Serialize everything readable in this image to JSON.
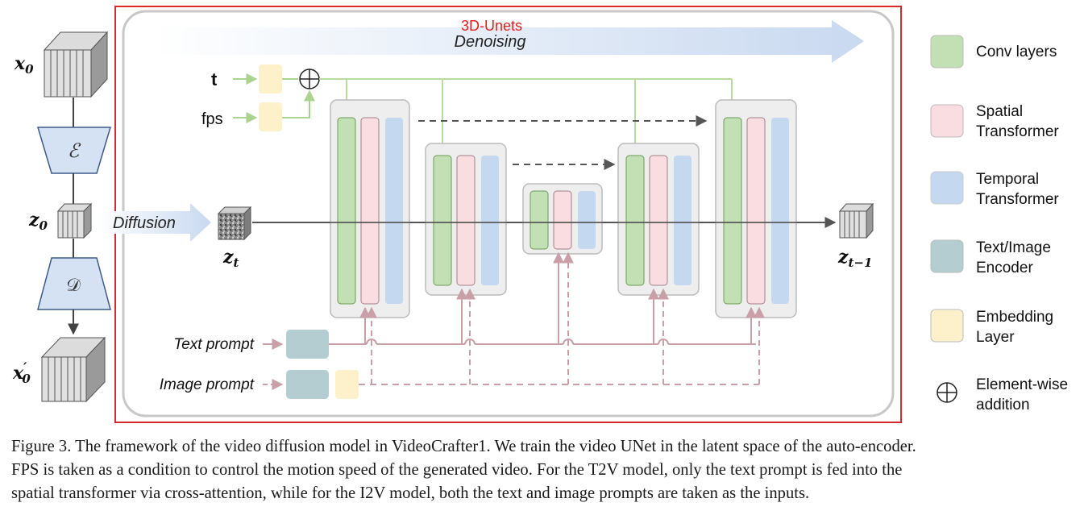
{
  "title": "3D-Unets",
  "denoising_label": "Denoising",
  "diffusion_label": "Diffusion",
  "inputs": {
    "t": "t",
    "fps": "fps"
  },
  "latents": {
    "x0": "x",
    "x0_sub": "0",
    "x0_prime": "x",
    "x0_prime_mark": "′",
    "z0": "z",
    "z0_sub": "0",
    "zt": "z",
    "zt_sub": "t",
    "zt1": "z",
    "zt1_sub": "t−1"
  },
  "encoder_symbol": "ℰ",
  "decoder_symbol": "𝒟",
  "prompts": {
    "text": "Text prompt",
    "image": "Image prompt"
  },
  "legend": [
    {
      "key": "conv",
      "lines": [
        "Conv layers"
      ],
      "color": "#c3e0b4"
    },
    {
      "key": "spatial",
      "lines": [
        "Spatial",
        "Transformer"
      ],
      "color": "#fadde1"
    },
    {
      "key": "temporal",
      "lines": [
        "Temporal",
        "Transformer"
      ],
      "color": "#c4d8f0"
    },
    {
      "key": "encoder",
      "lines": [
        "Text/Image",
        "Encoder"
      ],
      "color": "#b3cdd1"
    },
    {
      "key": "embedding",
      "lines": [
        "Embedding",
        "Layer"
      ],
      "color": "#fdf1cc"
    },
    {
      "key": "add",
      "lines": [
        "Element-wise",
        "addition"
      ],
      "color": "#000000"
    }
  ],
  "colors": {
    "frame": "#d42a2a",
    "title": "#e02020",
    "conv": "#c3e0b4",
    "spatial": "#fadde1",
    "temporal": "#c4d8f0",
    "encoder": "#b3cdd1",
    "embedding": "#fdf1cc",
    "cond_line": "#b9dba3",
    "prompt_line": "#c9a0a8",
    "arrow_band": "#dbe6f5"
  },
  "caption": {
    "lines": [
      "Figure 3. The framework of the video diffusion model in VideoCrafter1. We train the video UNet in the latent space of the auto-encoder.",
      "FPS is taken as a condition to control the motion speed of the generated video. For the T2V model, only the text prompt is fed into the",
      "spatial transformer via cross-attention, while for the I2V model, both the text and image prompts are taken as the inputs."
    ]
  }
}
